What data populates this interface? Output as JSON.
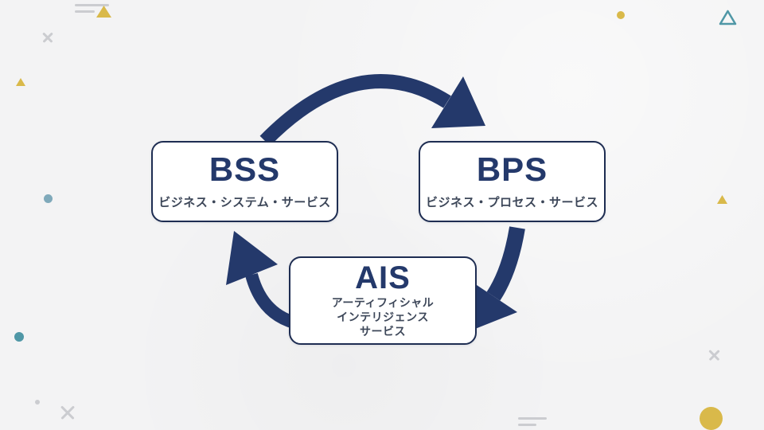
{
  "colors": {
    "background": "#f3f3f4",
    "navy": "#24396b",
    "node_border": "#1e2d52",
    "subtitle_text": "#3d4759",
    "yellow": "#d9b94a",
    "teal": "#4f97a6",
    "teal_light": "#7fa9ba",
    "gray_deco": "#cbccd0"
  },
  "diagram": {
    "nodes": [
      {
        "id": "bss",
        "title": "BSS",
        "subtitle": "ビジネス・システム・サービス"
      },
      {
        "id": "bps",
        "title": "BPS",
        "subtitle": "ビジネス・プロセス・サービス"
      },
      {
        "id": "ais",
        "title": "AIS",
        "subtitle_lines": [
          "アーティフィシャル",
          "インテリジェンス",
          "サービス"
        ]
      }
    ],
    "arrows": [
      {
        "from": "BSS",
        "to": "BPS"
      },
      {
        "from": "BPS",
        "to": "AIS"
      },
      {
        "from": "AIS",
        "to": "BSS"
      }
    ]
  }
}
